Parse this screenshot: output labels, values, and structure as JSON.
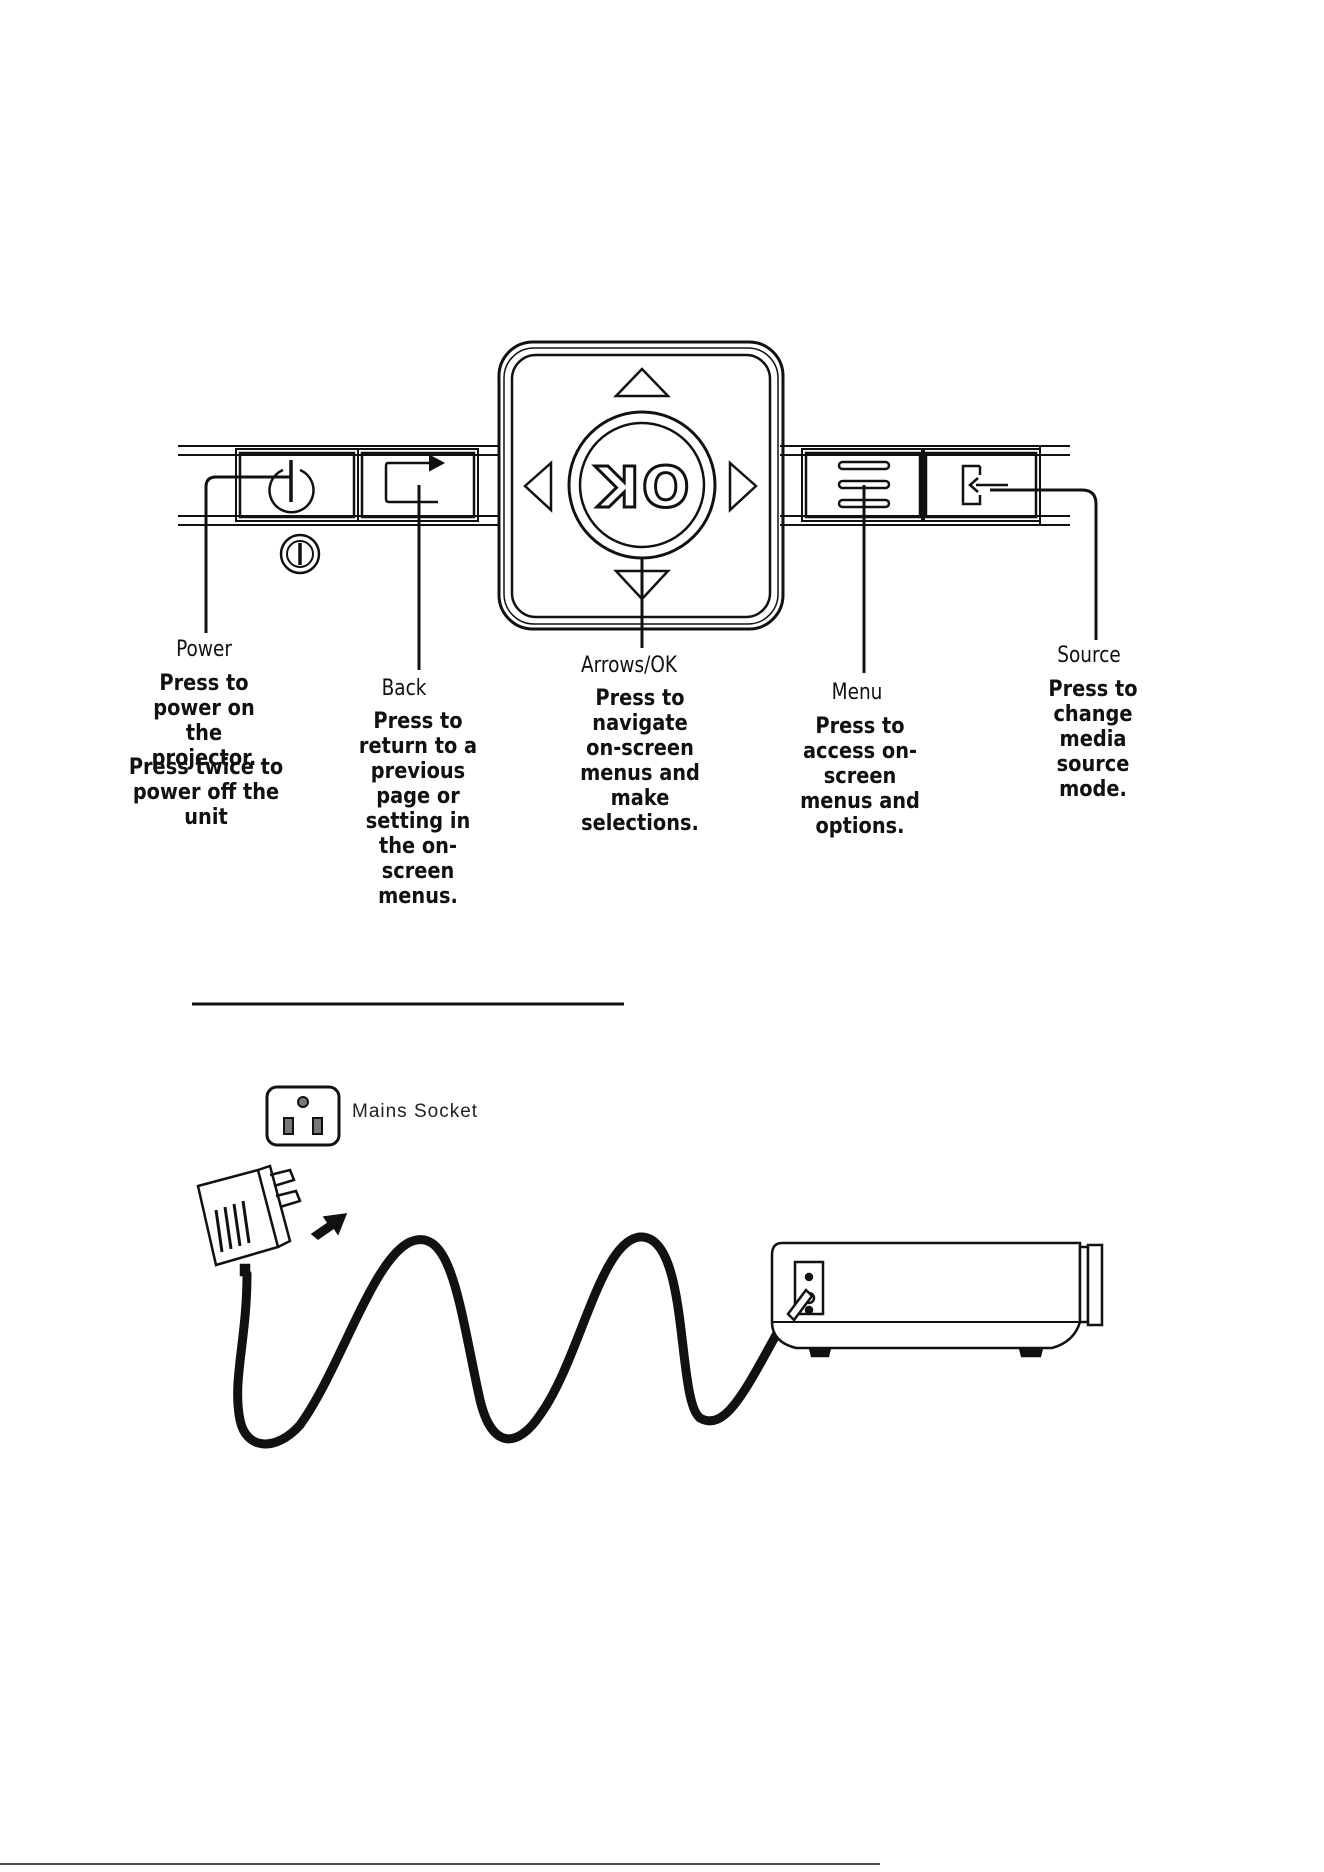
{
  "buttons": {
    "ok": "OK",
    "power": {
      "heading": "Power",
      "desc1": "Press to power on the projector.",
      "desc2": "Press twice to power off the unit"
    },
    "back": {
      "heading": "Back",
      "desc": "Press to return to a previous page or setting in the on-screen menus."
    },
    "arrows_ok": {
      "heading": "Arrows/OK",
      "desc": "Press to navigate on-screen menus and make selections."
    },
    "menu": {
      "heading": "Menu",
      "desc": "Press to access on-screen menus and options."
    },
    "source": {
      "heading": "Source",
      "desc": "Press to change media source mode."
    }
  },
  "connection": {
    "socket_label": "Mains Socket"
  },
  "colors": {
    "line": "#111111",
    "background": "#ffffff"
  }
}
